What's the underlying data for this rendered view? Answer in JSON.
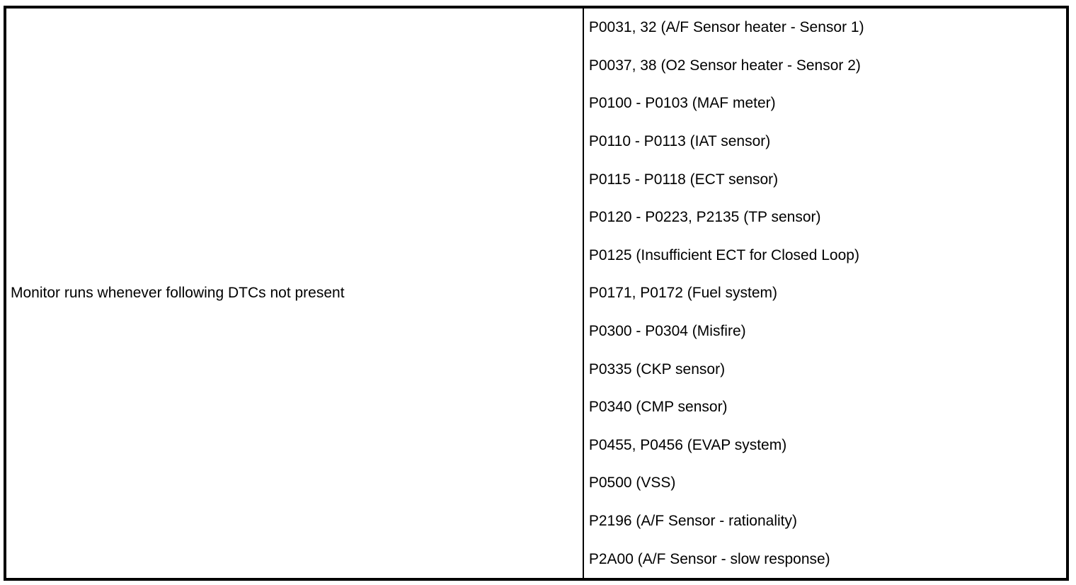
{
  "table": {
    "condition_label": "Monitor runs whenever following DTCs not present",
    "dtc_rows": [
      "P0031, 32 (A/F Sensor heater - Sensor 1)",
      "P0037, 38 (O2 Sensor heater - Sensor 2)",
      "P0100 - P0103 (MAF meter)",
      "P0110 - P0113 (IAT sensor)",
      "P0115 - P0118 (ECT sensor)",
      "P0120 - P0223, P2135 (TP sensor)",
      "P0125 (Insufficient ECT for Closed Loop)",
      "P0171, P0172 (Fuel system)",
      "P0300 - P0304 (Misfire)",
      "P0335 (CKP sensor)",
      "P0340 (CMP sensor)",
      "P0455, P0456 (EVAP system)",
      "P0500 (VSS)",
      "P2196 (A/F Sensor - rationality)",
      "P2A00 (A/F Sensor - slow response)"
    ],
    "colors": {
      "border": "#000000",
      "background": "#ffffff",
      "text": "#000000"
    }
  }
}
